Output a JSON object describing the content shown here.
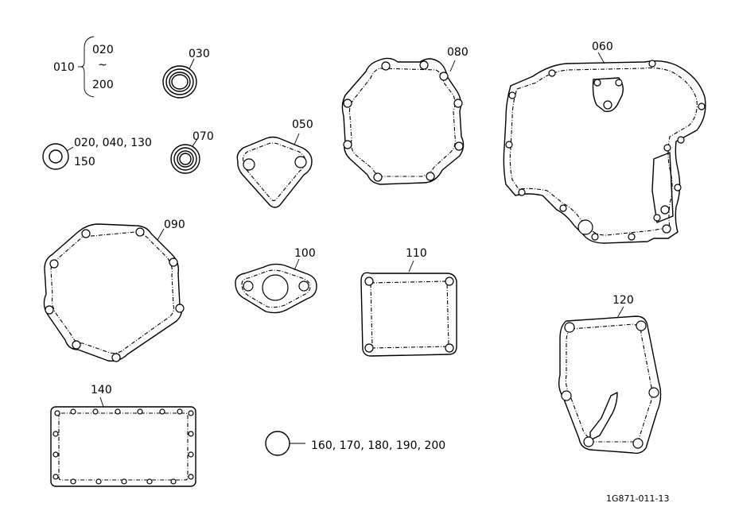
{
  "labels": {
    "p010": "010",
    "p010_top": "020",
    "p010_tilde": "~",
    "p010_bottom": "200",
    "p030": "030",
    "p020_list": "020, 040, 130",
    "p020_150": "150",
    "p070": "070",
    "p050": "050",
    "p080": "080",
    "p060": "060",
    "p090": "090",
    "p100": "100",
    "p110": "110",
    "p120": "120",
    "p140": "140",
    "p160_list": "160, 170, 180, 190, 200"
  },
  "reference_code": "1G871-011-13"
}
